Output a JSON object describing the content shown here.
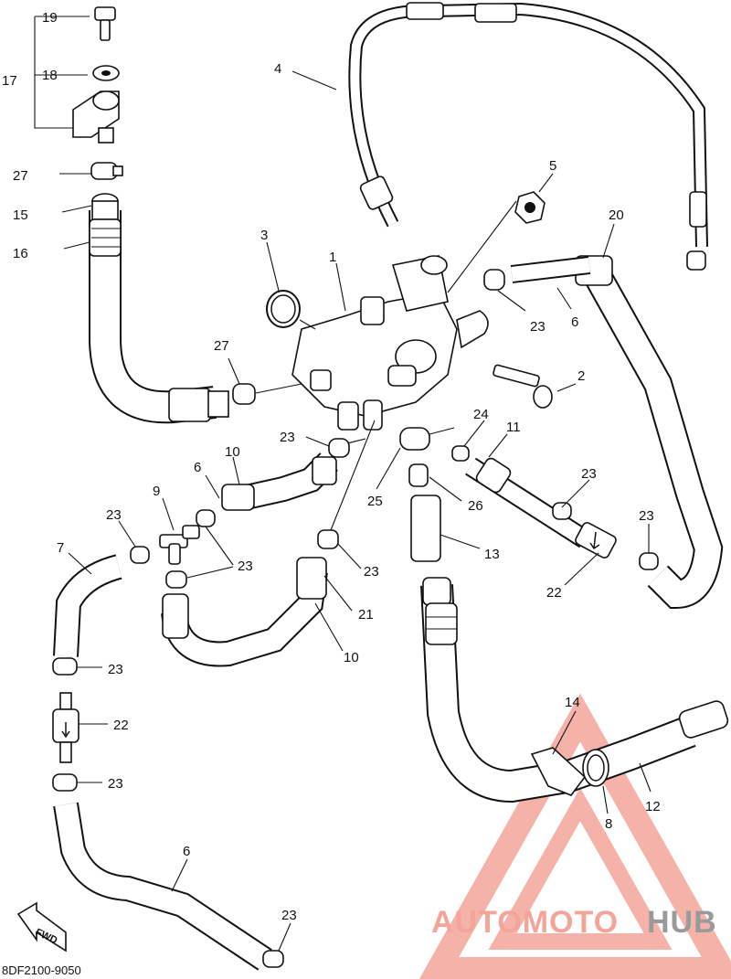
{
  "diagram": {
    "drawing_code": "8DF2100-9050",
    "fwd_label": "FWD",
    "callouts": [
      {
        "id": "c19",
        "text": "19"
      },
      {
        "id": "c17",
        "text": "17"
      },
      {
        "id": "c18",
        "text": "18"
      },
      {
        "id": "c27a",
        "text": "27"
      },
      {
        "id": "c15",
        "text": "15"
      },
      {
        "id": "c16",
        "text": "16"
      },
      {
        "id": "c4",
        "text": "4"
      },
      {
        "id": "c5",
        "text": "5"
      },
      {
        "id": "c3",
        "text": "3"
      },
      {
        "id": "c1",
        "text": "1"
      },
      {
        "id": "c20",
        "text": "20"
      },
      {
        "id": "c23a",
        "text": "23"
      },
      {
        "id": "c6a",
        "text": "6"
      },
      {
        "id": "c27b",
        "text": "27"
      },
      {
        "id": "c2",
        "text": "2"
      },
      {
        "id": "c23b",
        "text": "23"
      },
      {
        "id": "c10a",
        "text": "10"
      },
      {
        "id": "c24",
        "text": "24"
      },
      {
        "id": "c11",
        "text": "11"
      },
      {
        "id": "c6b",
        "text": "6"
      },
      {
        "id": "c9",
        "text": "9"
      },
      {
        "id": "c25",
        "text": "25"
      },
      {
        "id": "c26",
        "text": "26"
      },
      {
        "id": "c23c",
        "text": "23"
      },
      {
        "id": "c23d",
        "text": "23"
      },
      {
        "id": "c7",
        "text": "7"
      },
      {
        "id": "c23e",
        "text": "23"
      },
      {
        "id": "c23f",
        "text": "23"
      },
      {
        "id": "c13",
        "text": "13"
      },
      {
        "id": "c22a",
        "text": "22"
      },
      {
        "id": "c23g",
        "text": "23"
      },
      {
        "id": "c21",
        "text": "21"
      },
      {
        "id": "c10b",
        "text": "10"
      },
      {
        "id": "c23h",
        "text": "23"
      },
      {
        "id": "c22b",
        "text": "22"
      },
      {
        "id": "c14",
        "text": "14"
      },
      {
        "id": "c23i",
        "text": "23"
      },
      {
        "id": "c12",
        "text": "12"
      },
      {
        "id": "c8",
        "text": "8"
      },
      {
        "id": "c6c",
        "text": "6"
      },
      {
        "id": "c23j",
        "text": "23"
      }
    ]
  },
  "watermark": {
    "part1": "AUTOMOTO",
    "part2": "HUB",
    "color_primary": "#f3a59a",
    "color_secondary": "#9a9a9a"
  }
}
